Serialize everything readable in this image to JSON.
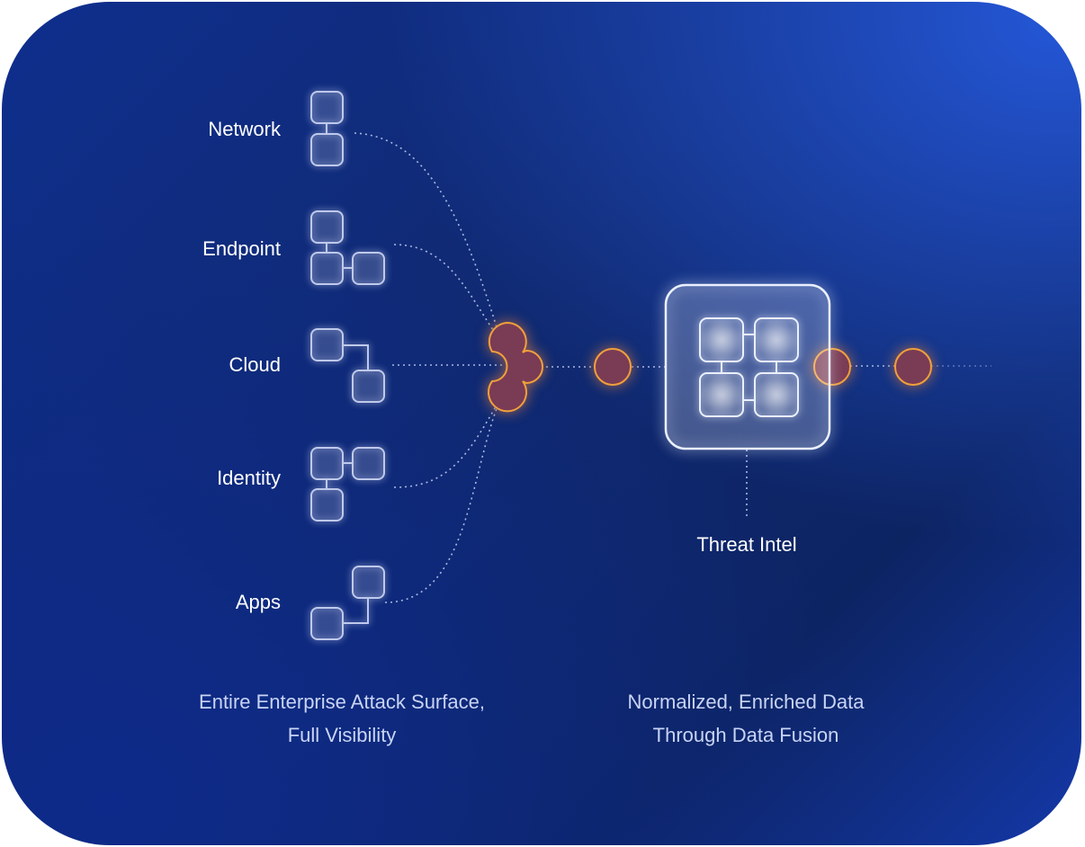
{
  "sources": [
    {
      "id": "network",
      "label": "Network"
    },
    {
      "id": "endpoint",
      "label": "Endpoint"
    },
    {
      "id": "cloud",
      "label": "Cloud"
    },
    {
      "id": "identity",
      "label": "Identity"
    },
    {
      "id": "apps",
      "label": "Apps"
    }
  ],
  "threat_intel_label": "Threat Intel",
  "captions": {
    "left_line1": "Entire Enterprise Attack Surface,",
    "left_line2": "Full Visibility",
    "right_line1": "Normalized, Enriched Data",
    "right_line2": "Through Data Fusion"
  },
  "colors": {
    "node_fill": "#7a3a55",
    "node_stroke": "#f0a03a",
    "block_stroke": "#dfe6ff",
    "line": "#c6d2f5"
  }
}
